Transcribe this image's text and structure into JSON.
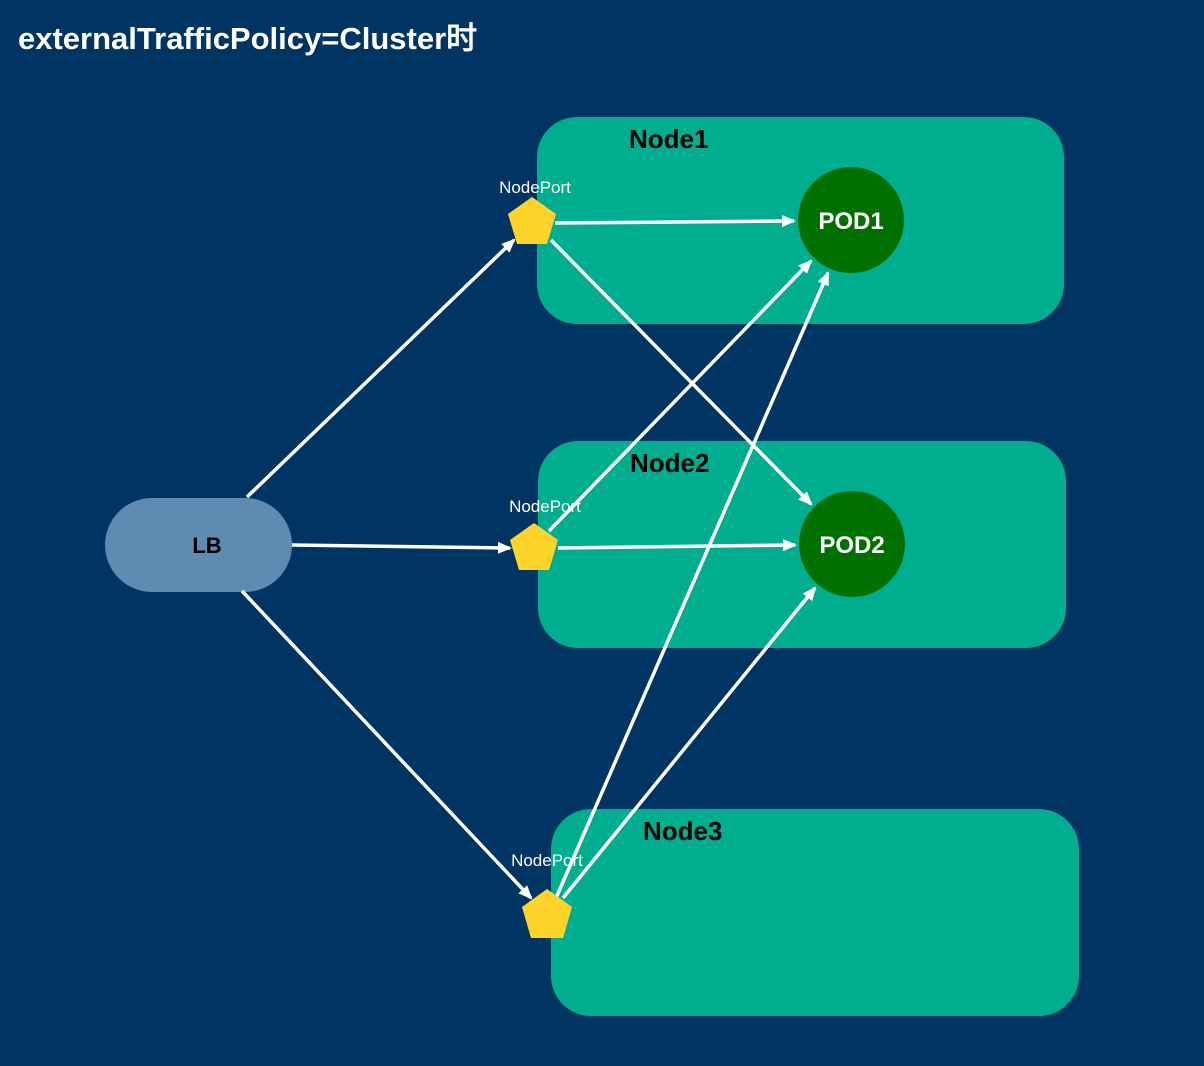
{
  "title": "externalTrafficPolicy=Cluster时",
  "colors": {
    "background": "#003462",
    "node_box": "#00ae8f",
    "pod": "#007000",
    "lb": "#5e8bb1",
    "nodeport": "#ffd42a",
    "arrow": "#ffffff"
  },
  "nodes": [
    {
      "id": "node1",
      "label": "Node1"
    },
    {
      "id": "node2",
      "label": "Node2"
    },
    {
      "id": "node3",
      "label": "Node3"
    }
  ],
  "pods": [
    {
      "id": "pod1",
      "label": "POD1"
    },
    {
      "id": "pod2",
      "label": "POD2"
    }
  ],
  "lb": {
    "label": "LB"
  },
  "nodeports": [
    {
      "id": "np1",
      "label": "NodePort"
    },
    {
      "id": "np2",
      "label": "NodePort"
    },
    {
      "id": "np3",
      "label": "NodePort"
    }
  ],
  "edges": [
    {
      "from": "lb",
      "to": "np1"
    },
    {
      "from": "lb",
      "to": "np2"
    },
    {
      "from": "lb",
      "to": "np3"
    },
    {
      "from": "np1",
      "to": "pod1"
    },
    {
      "from": "np1",
      "to": "pod2"
    },
    {
      "from": "np2",
      "to": "pod1"
    },
    {
      "from": "np2",
      "to": "pod2"
    },
    {
      "from": "np3",
      "to": "pod1"
    },
    {
      "from": "np3",
      "to": "pod2"
    }
  ]
}
